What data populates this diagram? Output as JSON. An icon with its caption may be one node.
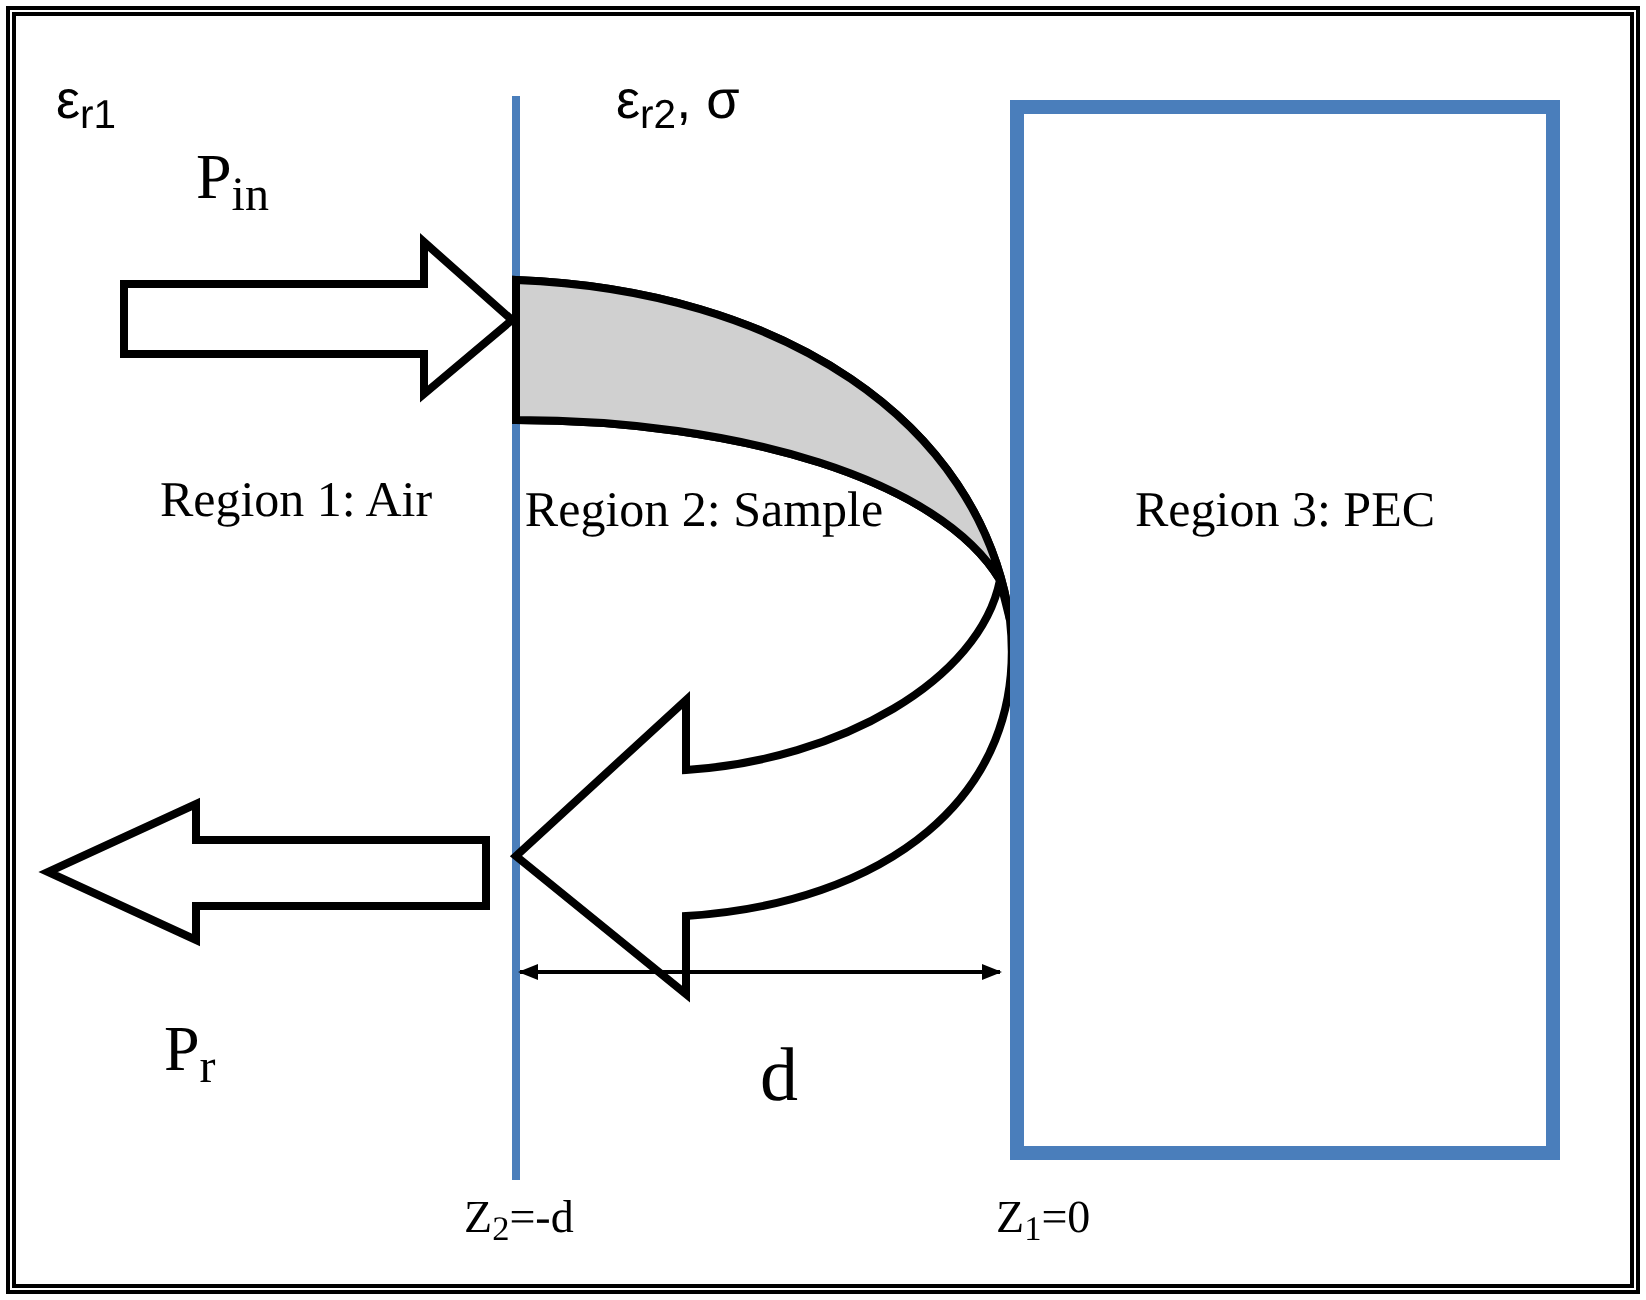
{
  "diagram": {
    "nodes": [
      {
        "text": [
          "Region 3: PEC"
        ]
      }
    ],
    "labels": [
      "ε$_{r1}$",
      "ε$_{r2}$, σ",
      "P$_{in}$",
      "Region 1: Air",
      "Region 2: Sample",
      "P$_{r}$",
      "d",
      "Z$_{2}$=-d",
      "Z$_{1}$=0"
    ]
  }
}
